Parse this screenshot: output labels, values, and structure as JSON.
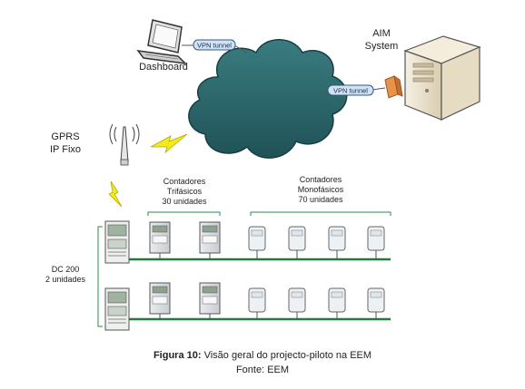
{
  "labels": {
    "dashboard": "Dashboard",
    "aim_line1": "AIM",
    "aim_line2": "System",
    "gprs_line1": "GPRS",
    "gprs_line2": "IP Fixo",
    "vpn_left": "VPN tunnel",
    "vpn_right": "VPN tunnel",
    "tri_line1": "Contadores",
    "tri_line2": "Trifásicos",
    "tri_line3": "30 unidades",
    "mono_line1": "Contadores",
    "mono_line2": "Monofásicos",
    "mono_line3": "70 unidades",
    "dc_line1": "DC 200",
    "dc_line2": "2 unidades"
  },
  "caption": {
    "figure_label": "Figura 10:",
    "figure_text": " Visão geral do projecto-piloto na EEM",
    "source": "Fonte: EEM"
  },
  "colors": {
    "cloud": "#2e6b70",
    "cloud_dark": "#1c4e53",
    "bus_line": "#1f7a3c",
    "lightning": "#f2ea1c",
    "firewall": "#e8934a",
    "vpn_fill": "#cfe3f5",
    "server": "#efe6d2"
  },
  "icons": [
    "laptop-icon",
    "cloud-icon",
    "server-icon",
    "firewall-icon",
    "antenna-icon",
    "lightning-icon",
    "data-concentrator-icon",
    "three-phase-meter-icon",
    "single-phase-meter-icon"
  ]
}
